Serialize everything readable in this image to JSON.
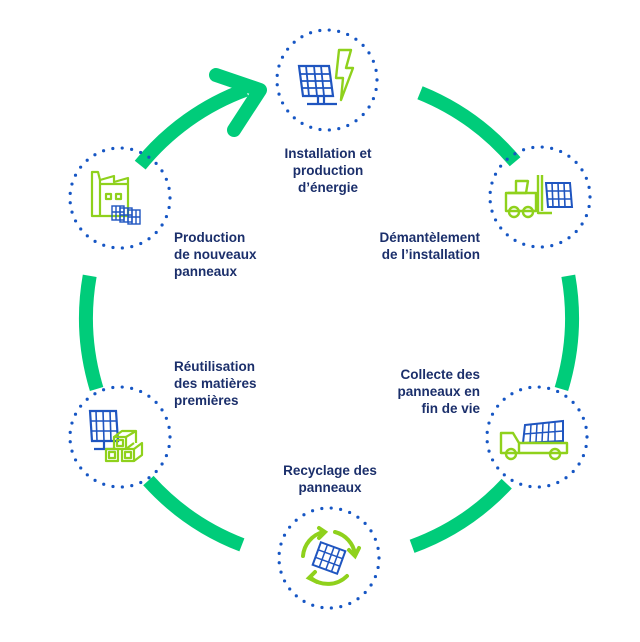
{
  "diagram": {
    "type": "circular-lifecycle",
    "title": "",
    "colors": {
      "arc": "#00cc7a",
      "dots": "#1656c4",
      "icon_blue": "#1f55c0",
      "icon_green": "#8fd11c",
      "text": "#1b2f6b"
    },
    "steps": [
      {
        "id": "installation",
        "icon": "solar-panel-lightning-icon",
        "lines": [
          "Installation et",
          "production",
          "d’énergie"
        ]
      },
      {
        "id": "dismantling",
        "icon": "forklift-solar-panel-icon",
        "lines": [
          "Démantèlement",
          "de l’installation"
        ]
      },
      {
        "id": "collection",
        "icon": "truck-solar-panels-icon",
        "lines": [
          "Collecte des",
          "panneaux en",
          "fin de vie"
        ]
      },
      {
        "id": "recycling",
        "icon": "recycle-solar-panel-icon",
        "lines": [
          "Recyclage des",
          "panneaux"
        ]
      },
      {
        "id": "reuse",
        "icon": "solar-panel-materials-icon",
        "lines": [
          "Réutilisation",
          "des matières",
          "premières"
        ]
      },
      {
        "id": "production",
        "icon": "factory-panels-icon",
        "lines": [
          "Production",
          "de nouveaux",
          "panneaux"
        ]
      }
    ],
    "flow": "clockwise",
    "arrow_into": "installation"
  }
}
